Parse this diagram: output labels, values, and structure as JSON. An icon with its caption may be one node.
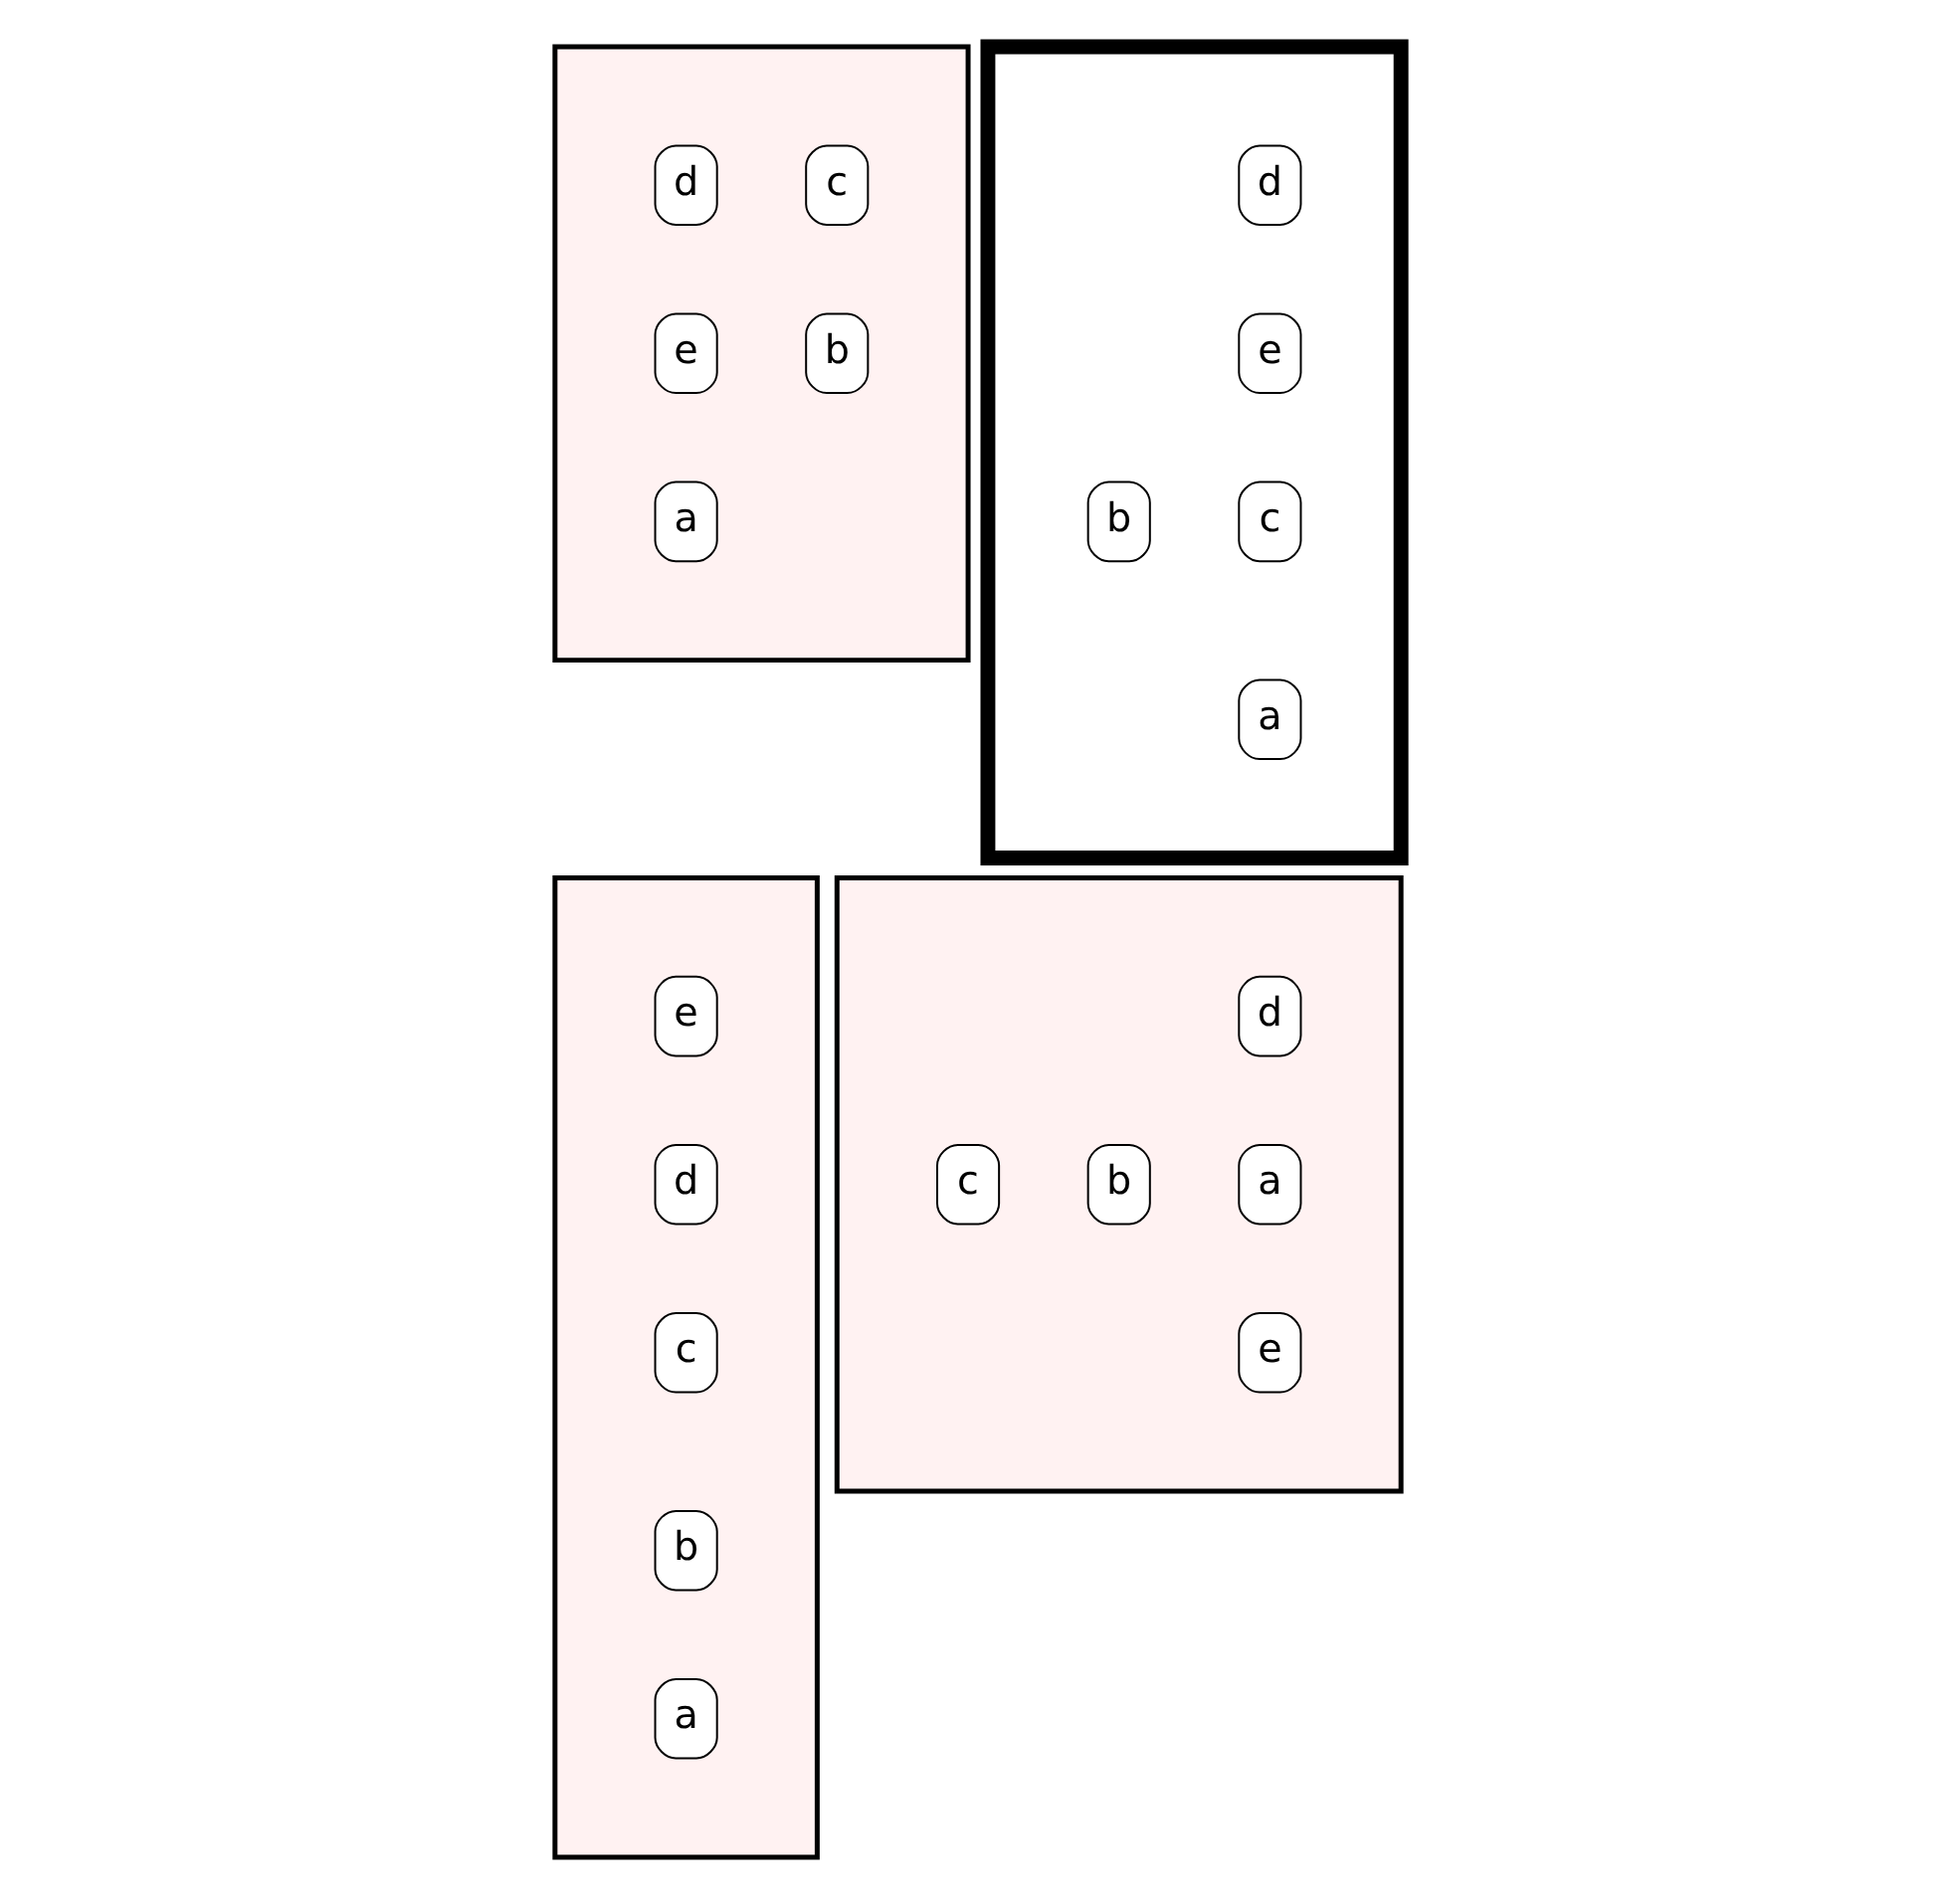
{
  "diagram": {
    "nodes": [
      {
        "text": [],
        "shape": "box"
      },
      {
        "text": [
          "c"
        ],
        "in": 0
      },
      {
        "text": [
          "d"
        ],
        "in": 0
      },
      {
        "text": [
          "b"
        ],
        "in": 0
      },
      {
        "text": [
          "e"
        ],
        "in": 0
      },
      {
        "text": [
          "a"
        ],
        "in": 0
      },
      {
        "text": [],
        "shape": "box"
      },
      {
        "text": [
          "d"
        ],
        "in": 6
      },
      {
        "text": [
          "e"
        ],
        "in": 6
      },
      {
        "text": [
          "c"
        ],
        "in": 6
      },
      {
        "text": [
          "b"
        ],
        "in": 6
      },
      {
        "text": [
          "a"
        ],
        "in": 6
      },
      {
        "text": [],
        "shape": "box"
      },
      {
        "text": [
          "e"
        ],
        "in": 12
      },
      {
        "text": [
          "d"
        ],
        "in": 12
      },
      {
        "text": [
          "c"
        ],
        "in": 12
      },
      {
        "text": [
          "b"
        ],
        "in": 12
      },
      {
        "text": [
          "a"
        ],
        "in": 12
      },
      {
        "text": [],
        "shape": "box"
      },
      {
        "text": [
          "d"
        ],
        "in": 18
      },
      {
        "text": [
          "b"
        ],
        "in": 18
      },
      {
        "text": [
          "a"
        ],
        "in": 18
      },
      {
        "text": [
          "c"
        ],
        "in": 18
      },
      {
        "text": [
          "e"
        ],
        "in": 18
      }
    ],
    "edges": []
  }
}
